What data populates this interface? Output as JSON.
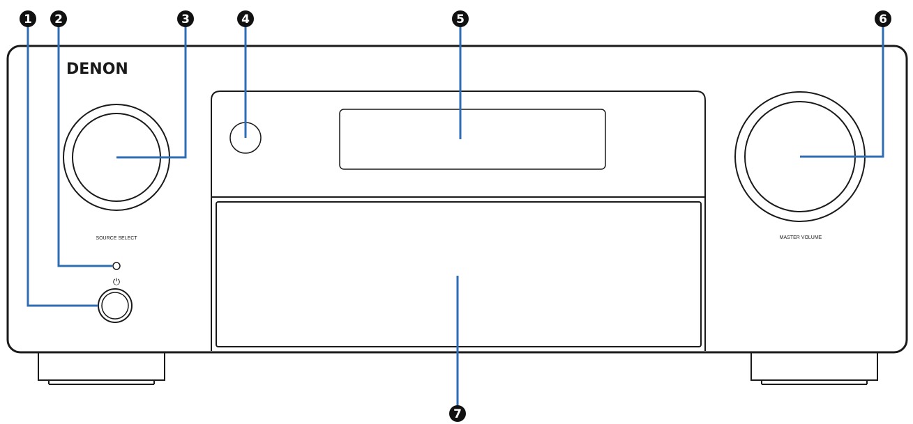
{
  "device": {
    "brand": "DENON",
    "knobs": {
      "left_label": "SOURCE SELECT",
      "right_label": "MASTER VOLUME"
    },
    "power_symbol": "⏻"
  },
  "callouts": [
    "1",
    "2",
    "3",
    "4",
    "5",
    "6",
    "7"
  ],
  "colors": {
    "outline": "#1a1a1a",
    "leader_line": "#2e6db4",
    "callout_fill": "#111111"
  }
}
